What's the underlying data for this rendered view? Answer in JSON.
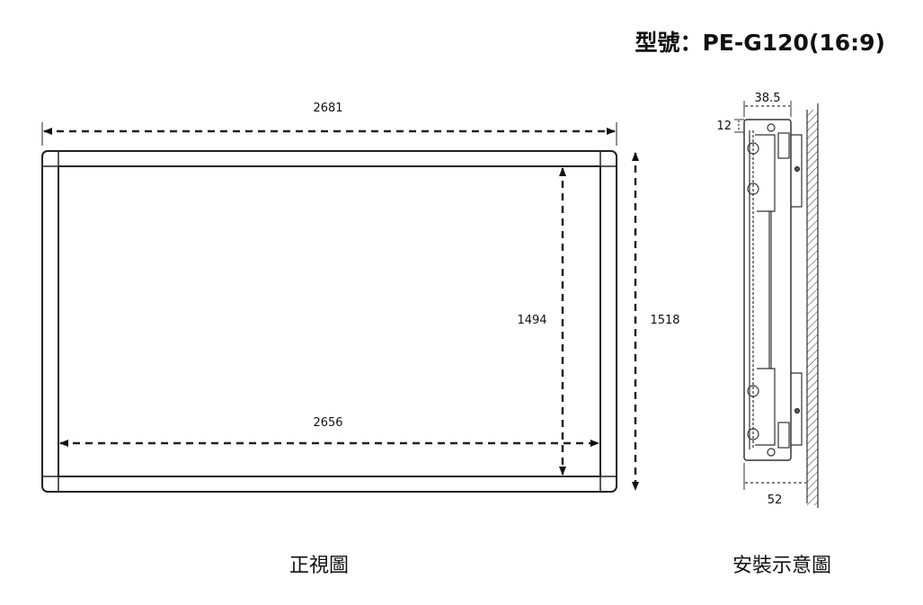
{
  "title": "型號：PE-G120(16:9)",
  "front_view": {
    "caption": "正視圖",
    "outer_width": "2681",
    "outer_height": "1518",
    "inner_width": "2656",
    "inner_height": "1494"
  },
  "side_view": {
    "caption": "安裝示意圖",
    "depth_frame": "38.5",
    "lip": "12",
    "depth_total": "52"
  }
}
